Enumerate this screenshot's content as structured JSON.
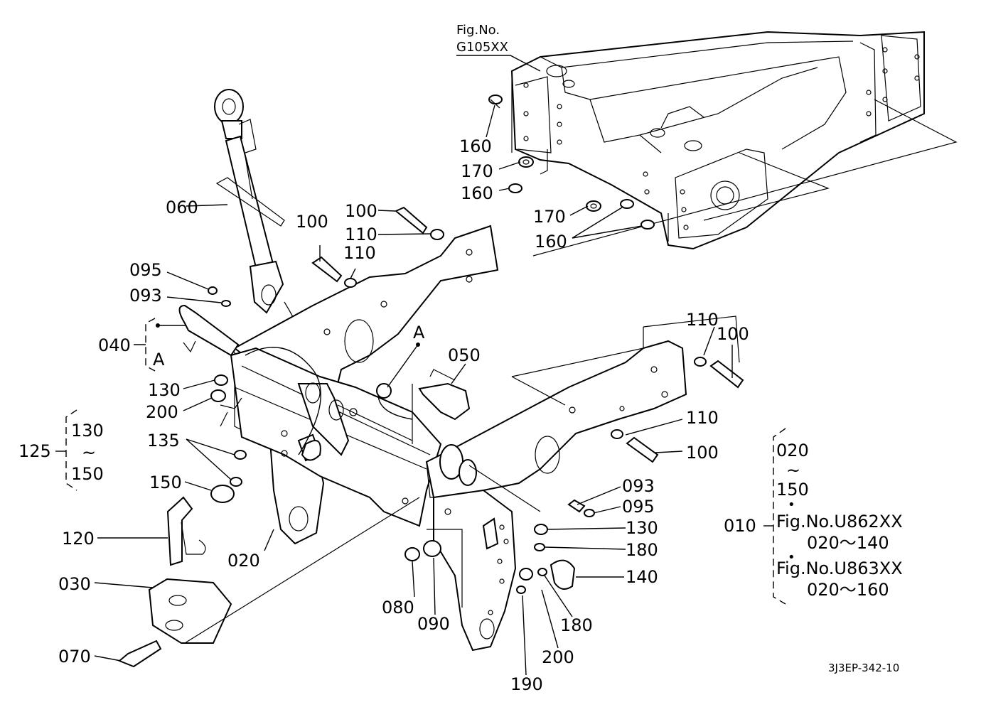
{
  "figure_ref": {
    "line1": "Fig.No.",
    "line2": "G105XX"
  },
  "drawing_code": "3J3EP-342-10",
  "callouts": {
    "c160a": "160",
    "c170a": "170",
    "c160b": "160",
    "c170b": "170",
    "c160c": "160",
    "c060": "060",
    "c100a": "100",
    "c110a": "110",
    "c100b": "100",
    "c110b": "110",
    "c095a": "095",
    "c093a": "093",
    "c040": "040",
    "cA1": "A",
    "cA2": "A",
    "c050": "050",
    "c130a": "130",
    "c200a": "200",
    "c135": "135",
    "c150": "150",
    "c120": "120",
    "c020": "020",
    "c030": "030",
    "c070": "070",
    "c110c": "110",
    "c100c": "100",
    "c110d": "110",
    "c100d": "100",
    "c093b": "093",
    "c095b": "095",
    "c130b": "130",
    "c180a": "180",
    "c140": "140",
    "c080": "080",
    "c090": "090",
    "c180b": "180",
    "c200b": "200",
    "c190": "190"
  },
  "group_125": {
    "label": "125",
    "from": "130",
    "tilde": "~",
    "to": "150"
  },
  "group_010": {
    "label": "010",
    "from": "020",
    "tilde": "~",
    "to": "150",
    "dot1": "•",
    "ref1": "Fig.No.U862XX",
    "range1": "020～140",
    "dot2": "•",
    "ref2": "Fig.No.U863XX",
    "range2": "020～160"
  }
}
